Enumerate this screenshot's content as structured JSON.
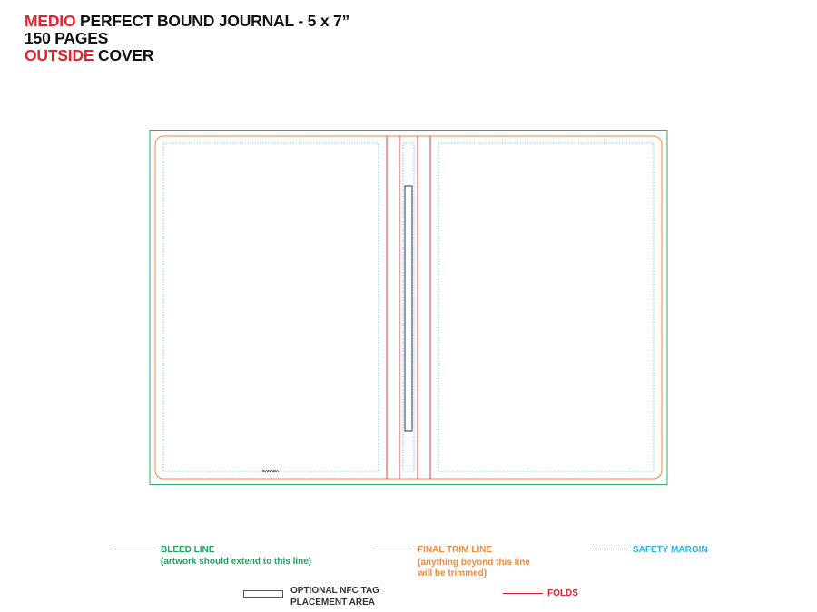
{
  "title": {
    "line1_accent": "MEDIO",
    "line1_rest": " PERFECT BOUND JOURNAL - 5 x 7”",
    "line2": "150 PAGES",
    "line3_accent": "OUTSIDE",
    "line3_rest": " COVER"
  },
  "cover": {
    "imprint": "CANADA"
  },
  "legend": {
    "bleed": {
      "label": "BLEED LINE",
      "note": "(artwork should extend to this line)"
    },
    "trim": {
      "label": "FINAL TRIM LINE",
      "note1": "(anything beyond this line",
      "note2": "will be trimmed)"
    },
    "safety": {
      "label": "SAFETY MARGIN"
    },
    "nfc": {
      "label1": "OPTIONAL NFC TAG",
      "label2": "PLACEMENT AREA"
    },
    "folds": {
      "label": "FOLDS"
    }
  },
  "colors": {
    "accent": "#e3232b",
    "bleed": "#1aa65a",
    "trim": "#f08a3c",
    "safety": "#2ab4e6",
    "fold": "#e3232b",
    "nfc": "#4a5a6a"
  }
}
